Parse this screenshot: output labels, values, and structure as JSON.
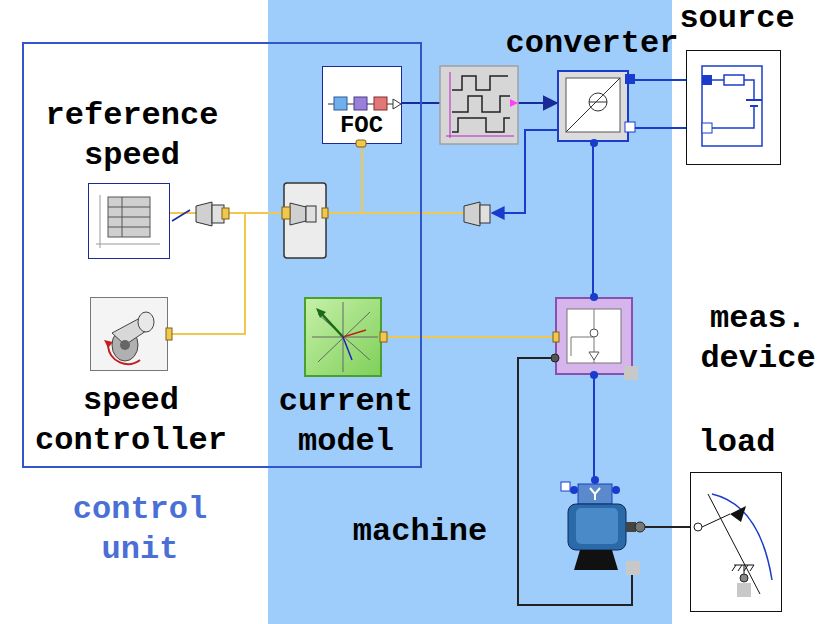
{
  "diagram": {
    "nodes": [
      {
        "text": [
          "control unit"
        ]
      },
      {
        "text": [
          "reference speed"
        ],
        "in": 0
      },
      {
        "text": [
          "FOC"
        ],
        "in": 0
      },
      {
        "text": [
          "converter"
        ]
      },
      {
        "text": [
          "source"
        ]
      },
      {
        "text": [
          "speed controller"
        ],
        "in": 0
      },
      {
        "text": [
          "current model"
        ],
        "in": 0
      },
      {
        "text": [
          "meas. device"
        ]
      },
      {
        "text": [
          "load"
        ]
      },
      {
        "text": [
          "machine"
        ]
      }
    ],
    "edges": [
      {
        "from": 1,
        "to": 5,
        "arrow": "none"
      },
      {
        "from": 1,
        "to": 2,
        "arrow": "none"
      },
      {
        "from": 6,
        "to": 7,
        "arrow": "none"
      },
      {
        "from": 2,
        "to": 3,
        "arrow": "to"
      },
      {
        "from": 3,
        "to": 4,
        "arrow": "none"
      },
      {
        "from": 3,
        "to": 4,
        "arrow": "none"
      },
      {
        "from": 3,
        "to": 7,
        "arrow": "none"
      },
      {
        "from": 7,
        "to": 9,
        "arrow": "none"
      },
      {
        "from": 7,
        "to": 9,
        "arrow": "none"
      },
      {
        "from": 9,
        "to": 8,
        "arrow": "none"
      }
    ]
  }
}
